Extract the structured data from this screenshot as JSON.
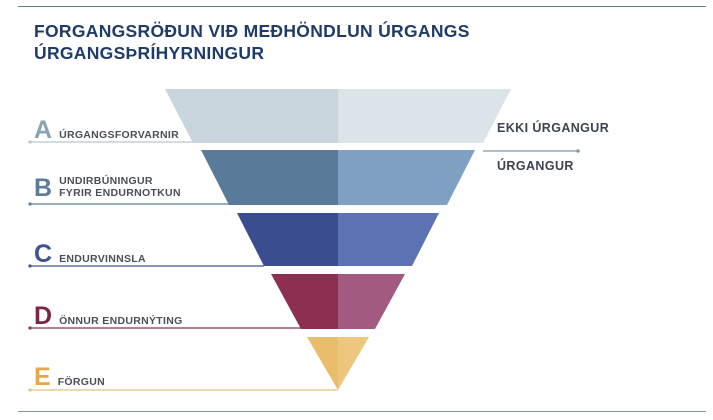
{
  "title": {
    "line1": "FORGANGSRÖÐUN VIÐ MEÐHÖNDLUN ÚRGANGS",
    "line2": "ÚRGANGSÞRÍHYRNINGUR"
  },
  "levels": [
    {
      "letter": "A",
      "label": "ÚRGANGSFORVARNIR",
      "color_left": "#c8d5dc",
      "color_right": "#dbe4e8",
      "line_color": "#b9c7cf",
      "letter_color": "#8aa3b3"
    },
    {
      "letter": "B",
      "label": "UNDIRBÚNINGUR\nFYRIR ENDURNOTKUN",
      "color_left": "#5a7a99",
      "color_right": "#7fa0c3",
      "line_color": "#5f7e9c",
      "letter_color": "#5d7c9a"
    },
    {
      "letter": "C",
      "label": "ENDURVINNSLA",
      "color_left": "#3a4e8f",
      "color_right": "#5c72b3",
      "line_color": "#40548f",
      "letter_color": "#3e5390"
    },
    {
      "letter": "D",
      "label": "ÖNNUR ENDURNÝTING",
      "color_left": "#8c2f52",
      "color_right": "#a25a80",
      "line_color": "#8d3558",
      "letter_color": "#7c2548"
    },
    {
      "letter": "E",
      "label": "FÖRGUN",
      "color_left": "#e9bd6b",
      "color_right": "#edc77e",
      "line_color": "#e8c27a",
      "letter_color": "#e3a847"
    }
  ],
  "side_labels": {
    "upper": "EKKI ÚRGANGUR",
    "lower": "ÚRGANGUR"
  },
  "colors": {
    "title": "#1f3b68",
    "rule": "#5f7f96",
    "divider_line": "#7f9aae"
  }
}
